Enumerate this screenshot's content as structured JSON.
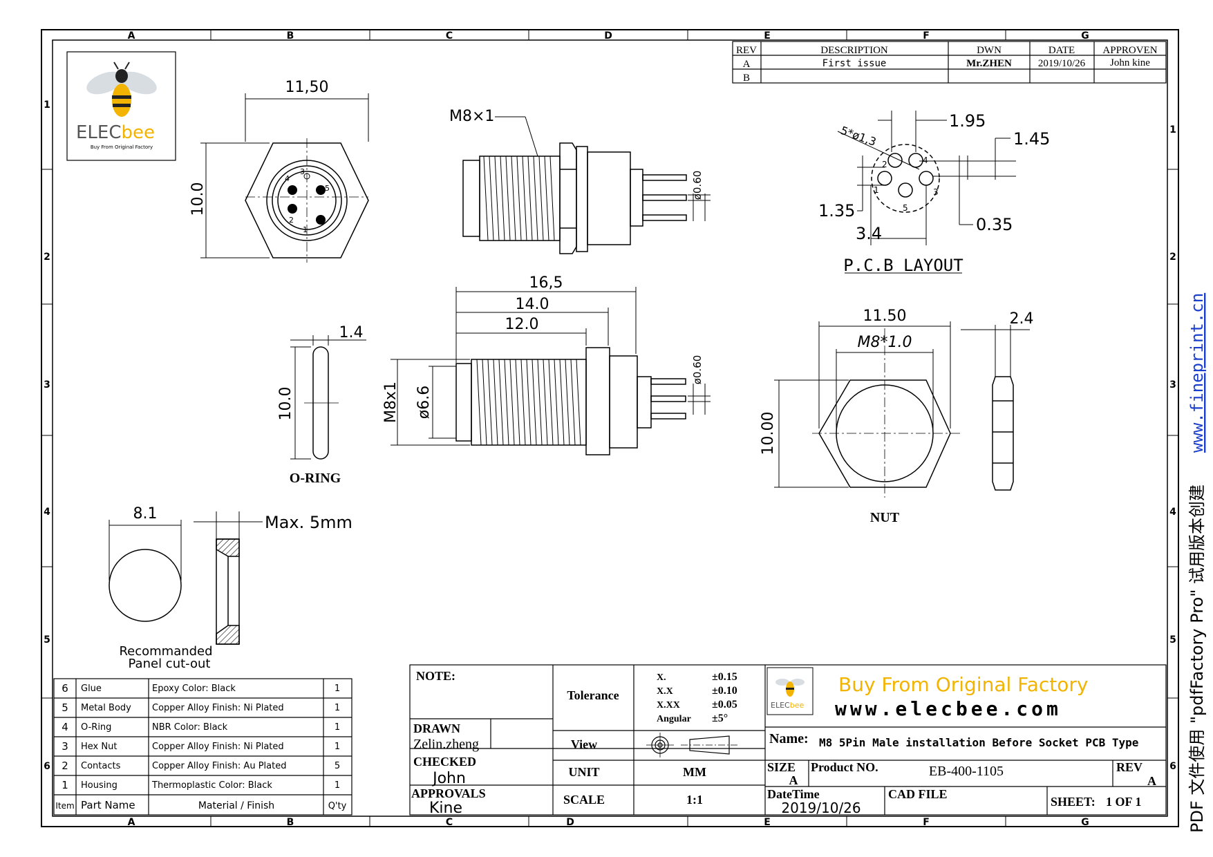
{
  "grid": {
    "cols": [
      "A",
      "B",
      "C",
      "D",
      "E",
      "F",
      "G"
    ],
    "rows": [
      "1",
      "2",
      "3",
      "4",
      "5",
      "6"
    ]
  },
  "logo": {
    "brand": "ELECbee",
    "tagline": "Buy From Original Factory"
  },
  "revision_table": {
    "headers": [
      "REV",
      "DESCRIPTION",
      "DWN",
      "DATE",
      "APPROVEN"
    ],
    "rows": [
      [
        "A",
        "First issue",
        "Mr.ZHEN",
        "2019/10/26",
        "John kine"
      ],
      [
        "B",
        "",
        "",
        "",
        ""
      ]
    ]
  },
  "front_view": {
    "width": "11,50",
    "height": "10.0",
    "pins": [
      "1",
      "2",
      "3",
      "4",
      "5"
    ]
  },
  "side_view": {
    "thread": "M8×1",
    "pin_dia": "ø0.60"
  },
  "section_view": {
    "len1": "16,5",
    "len2": "14.0",
    "len3": "12.0",
    "thread": "M8x1",
    "dia": "ø6.6",
    "pin_dia": "ø0.60"
  },
  "oring": {
    "thick": "1.4",
    "dia": "10.0",
    "label": "O-RING"
  },
  "pcb": {
    "holes": "5*ø1,3",
    "d1": "1.95",
    "d2": "1.45",
    "d3": "1.35",
    "d4": "0.35",
    "d5": "3.4",
    "label": "P.C.B  LAYOUT",
    "pins": [
      "1",
      "2",
      "3",
      "4",
      "5"
    ]
  },
  "nut": {
    "width": "11.50",
    "thread": "M8*1.0",
    "height": "10.00",
    "thick": "2.4",
    "label": "NUT"
  },
  "panel": {
    "dia": "8.1",
    "max": "Max. 5mm",
    "label1": "Recommanded",
    "label2": "Panel cut-out"
  },
  "bom": {
    "headers": [
      "Item",
      "Part Name",
      "Material / Finish",
      "Q'ty"
    ],
    "rows": [
      [
        "6",
        "Glue",
        "Epoxy Color: Black",
        "1"
      ],
      [
        "5",
        "Metal Body",
        "Copper Alloy Finish: Ni Plated",
        "1"
      ],
      [
        "4",
        "O-Ring",
        "NBR Color: Black",
        "1"
      ],
      [
        "3",
        "Hex Nut",
        "Copper Alloy Finish: Ni Plated",
        "1"
      ],
      [
        "2",
        "Contacts",
        "Copper Alloy Finish: Au Plated",
        "5"
      ],
      [
        "1",
        "Housing",
        "Thermoplastic Color: Black",
        "1"
      ]
    ]
  },
  "title_block": {
    "note": "NOTE:",
    "drawn_label": "DRAWN",
    "drawn": "Zelin.zheng",
    "checked_label": "CHECKED",
    "checked": "John",
    "approvals_label": "APPROVALS",
    "approvals": "Kine",
    "tolerance_label": "Tolerance",
    "tolerances": [
      [
        "X.",
        "±0.15"
      ],
      [
        "X.X",
        "±0.10"
      ],
      [
        "X.XX",
        "±0.05"
      ],
      [
        "Angular",
        "±5°"
      ]
    ],
    "view_label": "View",
    "unit_label": "UNIT",
    "unit": "MM",
    "scale_label": "SCALE",
    "scale": "1:1",
    "slogan": "Buy From Original  Factory",
    "website": "www.elecbee.com",
    "name_label": "Name:",
    "name": "M8 5Pin Male installation Before Socket PCB Type",
    "size_label": "SIZE",
    "size": "A",
    "product_label": "Product NO.",
    "product": "EB-400-1105",
    "rev_label": "REV",
    "rev": "A",
    "datetime_label": "DateTime",
    "datetime": "2019/10/26",
    "cad_label": "CAD FILE",
    "sheet_label": "SHEET:",
    "sheet": "1 OF 1"
  },
  "watermark": {
    "text": "PDF 文件使用 \"pdfFactory Pro\" 试用版本创建",
    "link": "www.fineprint.cn"
  }
}
